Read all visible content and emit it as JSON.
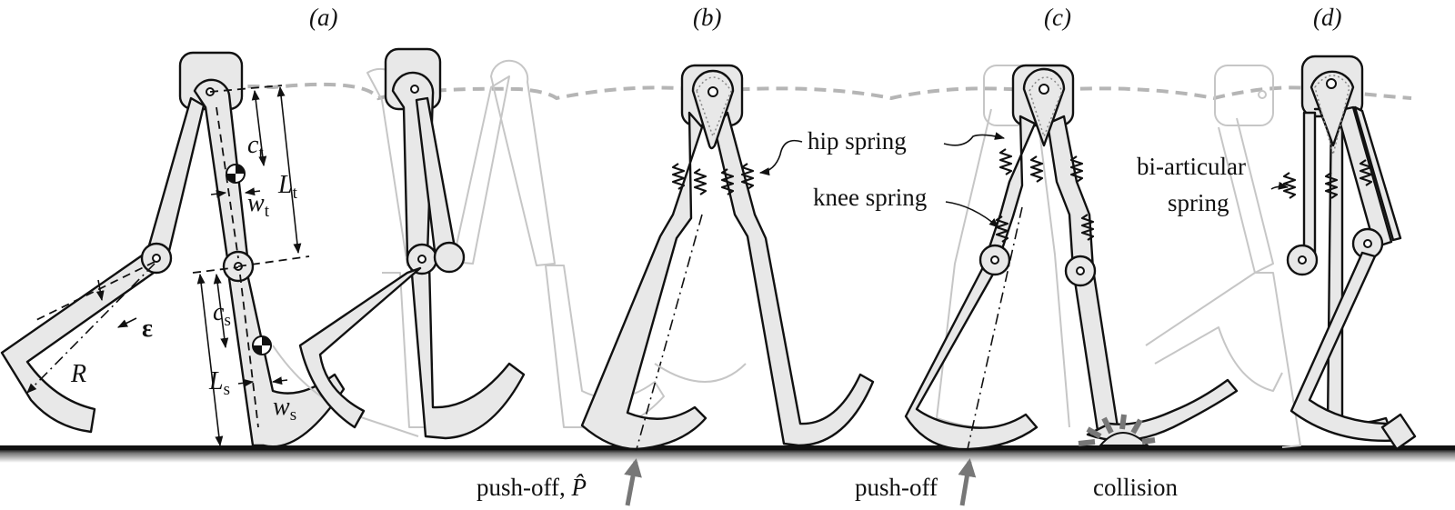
{
  "figure": {
    "panels": [
      {
        "id": "a",
        "label": "(a)"
      },
      {
        "id": "b",
        "label": "(b)"
      },
      {
        "id": "c",
        "label": "(c)"
      },
      {
        "id": "d",
        "label": "(d)"
      }
    ],
    "symbols": {
      "c_t": {
        "main": "c",
        "sub": "t"
      },
      "L_t": {
        "main": "L",
        "sub": "t"
      },
      "w_t": {
        "main": "w",
        "sub": "t"
      },
      "c_s": {
        "main": "c",
        "sub": "s"
      },
      "L_s": {
        "main": "L",
        "sub": "s"
      },
      "w_s": {
        "main": "w",
        "sub": "s"
      },
      "epsilon": "ε",
      "R": "R"
    },
    "annotations": {
      "hip_spring": "hip spring",
      "knee_spring": "knee spring",
      "bi_articular_line1": "bi-articular",
      "bi_articular_line2": "spring",
      "push_off_hat": "push-off, ",
      "push_off_hat_symbol": "P̂",
      "push_off": "push-off",
      "collision": "collision"
    },
    "colors": {
      "link_fill": "#e8e8e8",
      "outline": "#111111",
      "ghost": "#c6c6c6",
      "trajectory": "#b5b5b5",
      "force_arrow": "#777777"
    }
  }
}
